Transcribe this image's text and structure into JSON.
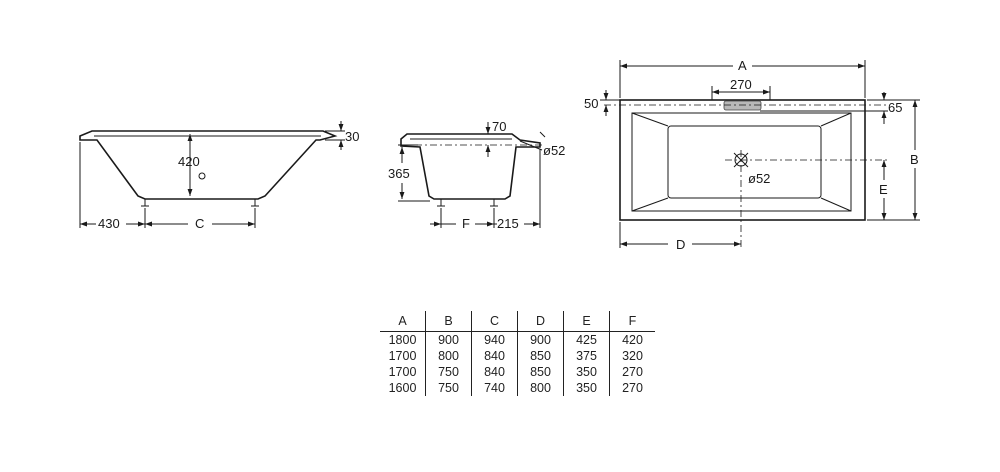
{
  "side_view": {
    "height_label": "420",
    "rim_label": "30",
    "left_offset_label": "430",
    "feet_span_label": "C"
  },
  "end_view": {
    "top_label": "70",
    "outlet_label": "ø52",
    "height_label": "365",
    "feet_label": "F",
    "right_offset_label": "215"
  },
  "plan_view": {
    "length_label": "A",
    "handle_label": "270",
    "rim_left_label": "50",
    "rim_right_label": "65",
    "width_label": "B",
    "drain_y_label": "E",
    "drain_label": "ø52",
    "drain_x_label": "D"
  },
  "table": {
    "headers": [
      "A",
      "B",
      "C",
      "D",
      "E",
      "F"
    ],
    "rows": [
      [
        "1800",
        "900",
        "940",
        "900",
        "425",
        "420"
      ],
      [
        "1700",
        "800",
        "840",
        "850",
        "375",
        "320"
      ],
      [
        "1700",
        "750",
        "840",
        "850",
        "350",
        "270"
      ],
      [
        "1600",
        "750",
        "740",
        "800",
        "350",
        "270"
      ]
    ]
  }
}
